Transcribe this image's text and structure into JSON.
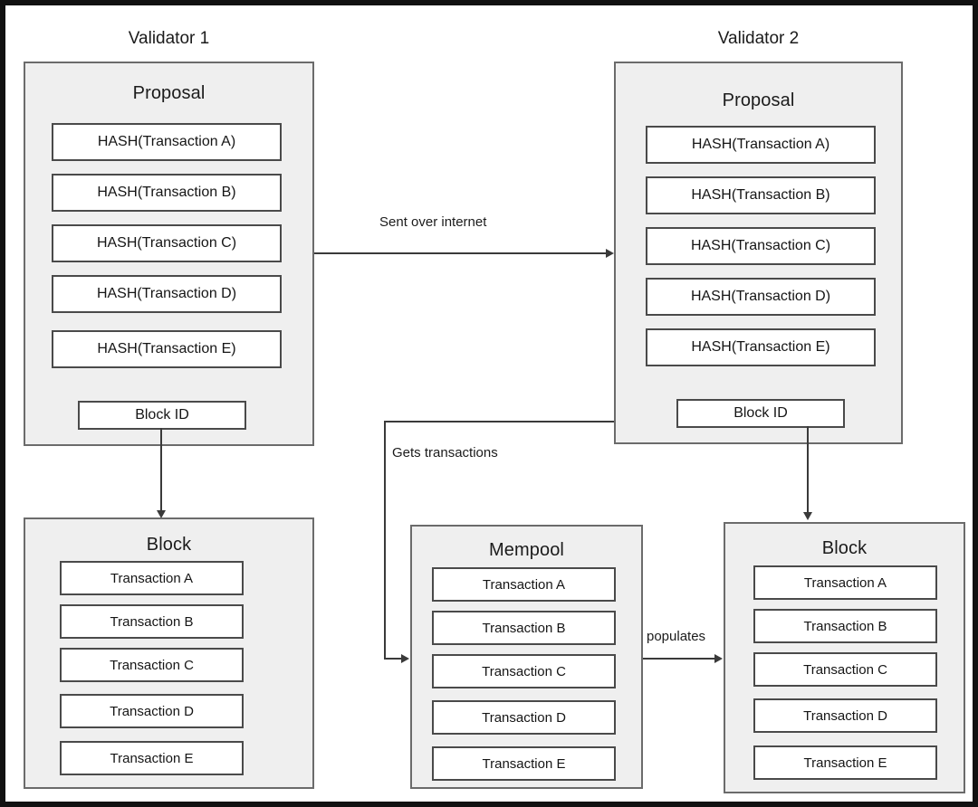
{
  "diagram": {
    "title_v1": "Validator 1",
    "title_v2": "Validator 2",
    "proposal_label": "Proposal",
    "block_label": "Block",
    "mempool_label": "Mempool",
    "block_id_label": "Block ID",
    "hash_items": [
      "HASH(Transaction A)",
      "HASH(Transaction B)",
      "HASH(Transaction C)",
      "HASH(Transaction D)",
      "HASH(Transaction E)"
    ],
    "transaction_items": [
      "Transaction A",
      "Transaction B",
      "Transaction C",
      "Transaction D",
      "Transaction E"
    ],
    "edges": {
      "sent_over_internet": "Sent over internet",
      "gets_transactions": "Gets transactions",
      "populates": "populates"
    },
    "colors": {
      "panel_fill": "#efefef",
      "panel_border": "#6b6b6b",
      "item_fill": "#ffffff",
      "item_border": "#4a4a4a",
      "connector": "#3a3a3a",
      "text": "#151515",
      "frame": "#111111",
      "canvas": "#ffffff"
    }
  }
}
